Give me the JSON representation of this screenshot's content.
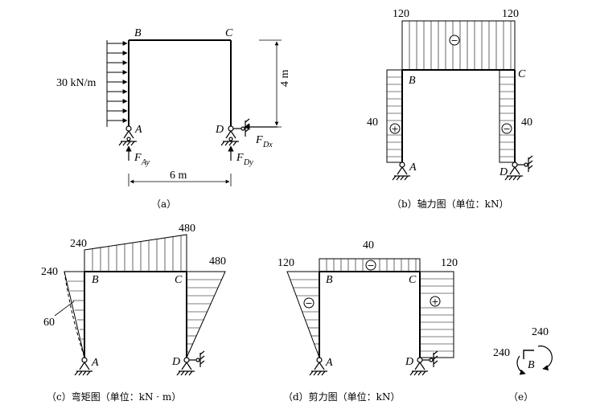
{
  "panel_a": {
    "caption": "（a）",
    "load_label": "30 kN/m",
    "height_label": "4 m",
    "width_label": "6 m",
    "node_b": "B",
    "node_c": "C",
    "node_a": "A",
    "node_d": "D",
    "fay_main": "F",
    "fay_sub": "Ay",
    "fdy_main": "F",
    "fdy_sub": "Dy",
    "fdx_main": "F",
    "fdx_sub": "Dx"
  },
  "panel_b": {
    "caption": "（b）轴力图（单位：kN）",
    "val_top_left": "120",
    "val_top_right": "120",
    "val_left": "40",
    "val_right": "40",
    "sign_top": "−",
    "sign_left": "+",
    "sign_right": "−",
    "node_b": "B",
    "node_c": "C",
    "node_a": "A",
    "node_d": "D"
  },
  "panel_c": {
    "caption": "（c）弯矩图（单位：kN · m）",
    "val_beam_left": "240",
    "val_beam_right": "480",
    "val_col_left_top": "240",
    "val_col_right_top": "480",
    "val_mid": "60",
    "node_b": "B",
    "node_c": "C",
    "node_a": "A",
    "node_d": "D"
  },
  "panel_d": {
    "caption": "（d）剪力图（单位：kN）",
    "val_beam": "40",
    "val_left": "120",
    "val_right": "120",
    "sign_beam": "−",
    "sign_left": "−",
    "sign_right": "+",
    "node_b": "B",
    "node_c": "C",
    "node_a": "A",
    "node_d": "D"
  },
  "panel_e": {
    "caption": "（e）",
    "val_top": "240",
    "val_left": "240",
    "node_b": "B"
  }
}
